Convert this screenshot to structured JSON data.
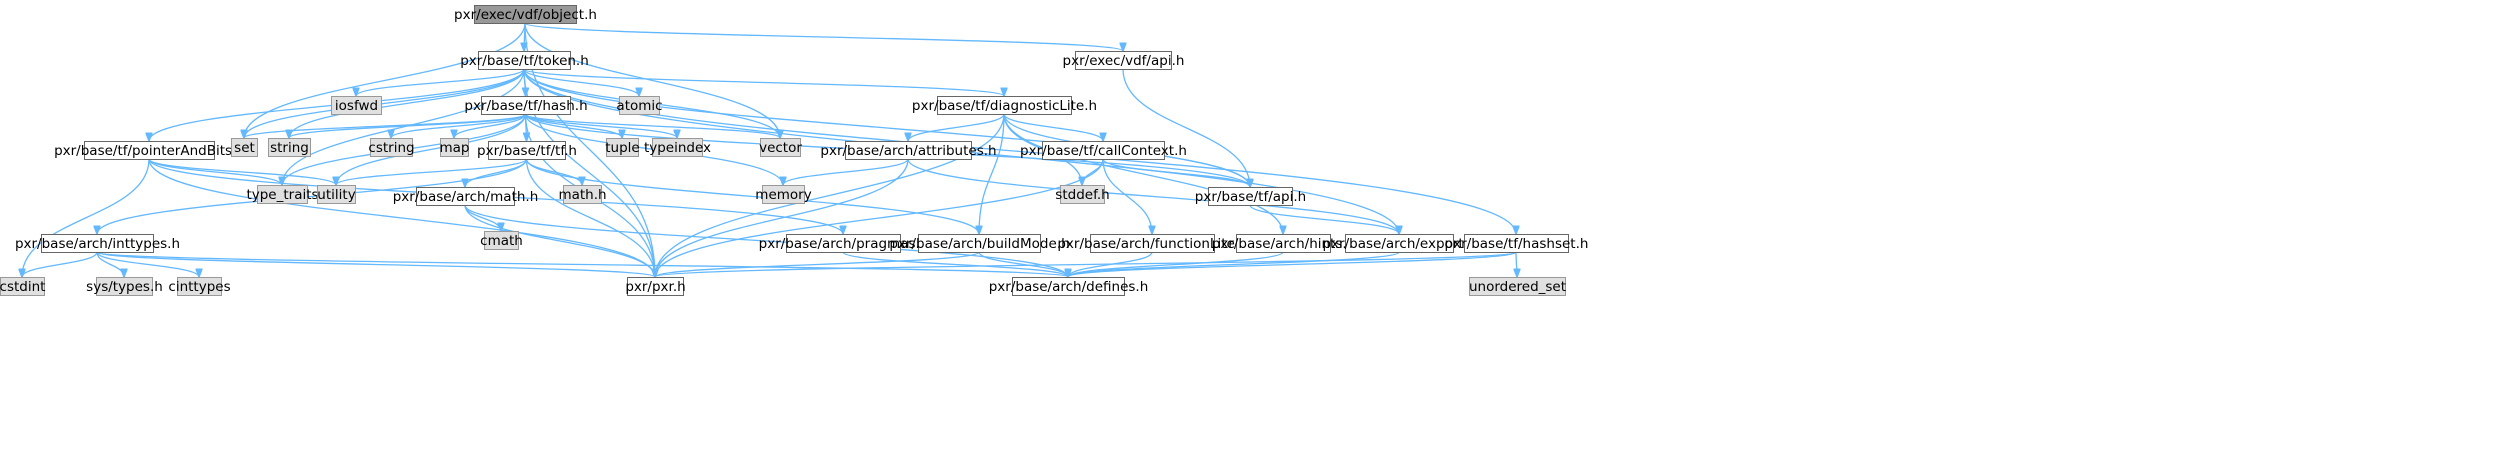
{
  "diagram": {
    "type": "include-dependency-graph",
    "colors": {
      "root_fill": "#999999",
      "file_fill": "#ffffff",
      "external_fill": "#e0e0e0",
      "external_stroke": "#999999",
      "border": "#666666",
      "edge": "#63b8ff"
    },
    "nodes": [
      {
        "id": "object",
        "label": "pxr/exec/vdf/object.h",
        "kind": "root"
      },
      {
        "id": "token",
        "label": "pxr/base/tf/token.h",
        "kind": "file"
      },
      {
        "id": "vdfapi",
        "label": "pxr/exec/vdf/api.h",
        "kind": "file"
      },
      {
        "id": "iosfwd",
        "label": "iosfwd",
        "kind": "external"
      },
      {
        "id": "atomic",
        "label": "atomic",
        "kind": "external"
      },
      {
        "id": "hash",
        "label": "pxr/base/tf/hash.h",
        "kind": "file"
      },
      {
        "id": "diag",
        "label": "pxr/base/tf/diagnosticLite.h",
        "kind": "file"
      },
      {
        "id": "pab",
        "label": "pxr/base/tf/pointerAndBits.h",
        "kind": "file"
      },
      {
        "id": "set",
        "label": "set",
        "kind": "external"
      },
      {
        "id": "string",
        "label": "string",
        "kind": "external"
      },
      {
        "id": "cstring",
        "label": "cstring",
        "kind": "external"
      },
      {
        "id": "map",
        "label": "map",
        "kind": "external"
      },
      {
        "id": "tfh",
        "label": "pxr/base/tf/tf.h",
        "kind": "file"
      },
      {
        "id": "tuple",
        "label": "tuple",
        "kind": "external"
      },
      {
        "id": "typeindex",
        "label": "typeindex",
        "kind": "external"
      },
      {
        "id": "vector",
        "label": "vector",
        "kind": "external"
      },
      {
        "id": "attrs",
        "label": "pxr/base/arch/attributes.h",
        "kind": "file"
      },
      {
        "id": "callctx",
        "label": "pxr/base/tf/callContext.h",
        "kind": "file"
      },
      {
        "id": "typetraits",
        "label": "type_traits",
        "kind": "external"
      },
      {
        "id": "utility",
        "label": "utility",
        "kind": "external"
      },
      {
        "id": "math",
        "label": "pxr/base/arch/math.h",
        "kind": "file"
      },
      {
        "id": "mathh",
        "label": "math.h",
        "kind": "external"
      },
      {
        "id": "memory",
        "label": "memory",
        "kind": "external"
      },
      {
        "id": "stddef",
        "label": "stddef.h",
        "kind": "external"
      },
      {
        "id": "tfapi",
        "label": "pxr/base/tf/api.h",
        "kind": "file"
      },
      {
        "id": "inttypes",
        "label": "pxr/base/arch/inttypes.h",
        "kind": "file"
      },
      {
        "id": "cmath",
        "label": "cmath",
        "kind": "external"
      },
      {
        "id": "pragmas",
        "label": "pxr/base/arch/pragmas.h",
        "kind": "file"
      },
      {
        "id": "buildmode",
        "label": "pxr/base/arch/buildMode.h",
        "kind": "file"
      },
      {
        "id": "funclite",
        "label": "pxr/base/arch/functionLite.h",
        "kind": "file"
      },
      {
        "id": "hints",
        "label": "pxr/base/arch/hints.h",
        "kind": "file"
      },
      {
        "id": "export",
        "label": "pxr/base/arch/export.h",
        "kind": "file"
      },
      {
        "id": "hashset",
        "label": "pxr/base/tf/hashset.h",
        "kind": "file"
      },
      {
        "id": "cstdint",
        "label": "cstdint",
        "kind": "external"
      },
      {
        "id": "systypes",
        "label": "sys/types.h",
        "kind": "external"
      },
      {
        "id": "cinttypes",
        "label": "cinttypes",
        "kind": "external"
      },
      {
        "id": "pxr",
        "label": "pxr/pxr.h",
        "kind": "file"
      },
      {
        "id": "defines",
        "label": "pxr/base/arch/defines.h",
        "kind": "file"
      },
      {
        "id": "unordered",
        "label": "unordered_set",
        "kind": "external"
      }
    ],
    "edges": [
      [
        "object",
        "token"
      ],
      [
        "object",
        "vdfapi"
      ],
      [
        "object",
        "set"
      ],
      [
        "object",
        "vector"
      ],
      [
        "object",
        "pxr"
      ],
      [
        "token",
        "iosfwd"
      ],
      [
        "token",
        "atomic"
      ],
      [
        "token",
        "hash"
      ],
      [
        "token",
        "diag"
      ],
      [
        "token",
        "pab"
      ],
      [
        "token",
        "set"
      ],
      [
        "token",
        "string"
      ],
      [
        "token",
        "vector"
      ],
      [
        "token",
        "pxr"
      ],
      [
        "token",
        "tfapi"
      ],
      [
        "token",
        "hashset"
      ],
      [
        "token",
        "export"
      ],
      [
        "token",
        "typetraits"
      ],
      [
        "vdfapi",
        "tfapi"
      ],
      [
        "hash",
        "set"
      ],
      [
        "hash",
        "string"
      ],
      [
        "hash",
        "cstring"
      ],
      [
        "hash",
        "map"
      ],
      [
        "hash",
        "tfh"
      ],
      [
        "hash",
        "tuple"
      ],
      [
        "hash",
        "typeindex"
      ],
      [
        "hash",
        "vector"
      ],
      [
        "hash",
        "memory"
      ],
      [
        "hash",
        "utility"
      ],
      [
        "hash",
        "typetraits"
      ],
      [
        "hash",
        "pxr"
      ],
      [
        "hash",
        "tfapi"
      ],
      [
        "diag",
        "attrs"
      ],
      [
        "diag",
        "callctx"
      ],
      [
        "diag",
        "buildmode"
      ],
      [
        "diag",
        "stddef"
      ],
      [
        "diag",
        "tfapi"
      ],
      [
        "diag",
        "hints"
      ],
      [
        "diag",
        "pxr"
      ],
      [
        "pab",
        "typetraits"
      ],
      [
        "pab",
        "utility"
      ],
      [
        "pab",
        "cstdint"
      ],
      [
        "pab",
        "pragmas"
      ],
      [
        "pab",
        "pxr"
      ],
      [
        "tfh",
        "math"
      ],
      [
        "tfh",
        "mathh"
      ],
      [
        "tfh",
        "inttypes"
      ],
      [
        "tfh",
        "buildmode"
      ],
      [
        "tfh",
        "utility"
      ],
      [
        "tfh",
        "pxr"
      ],
      [
        "attrs",
        "memory"
      ],
      [
        "attrs",
        "export"
      ],
      [
        "attrs",
        "pxr"
      ],
      [
        "callctx",
        "stddef"
      ],
      [
        "callctx",
        "tfapi"
      ],
      [
        "callctx",
        "funclite"
      ],
      [
        "callctx",
        "pxr"
      ],
      [
        "tfapi",
        "export"
      ],
      [
        "math",
        "cmath"
      ],
      [
        "math",
        "pxr"
      ],
      [
        "math",
        "defines"
      ],
      [
        "inttypes",
        "cstdint"
      ],
      [
        "inttypes",
        "systypes"
      ],
      [
        "inttypes",
        "cinttypes"
      ],
      [
        "inttypes",
        "pxr"
      ],
      [
        "inttypes",
        "defines"
      ],
      [
        "pragmas",
        "defines"
      ],
      [
        "buildmode",
        "defines"
      ],
      [
        "buildmode",
        "pxr"
      ],
      [
        "funclite",
        "defines"
      ],
      [
        "hints",
        "defines"
      ],
      [
        "export",
        "defines"
      ],
      [
        "hashset",
        "unordered"
      ],
      [
        "hashset",
        "pxr"
      ],
      [
        "hashset",
        "defines"
      ]
    ]
  }
}
